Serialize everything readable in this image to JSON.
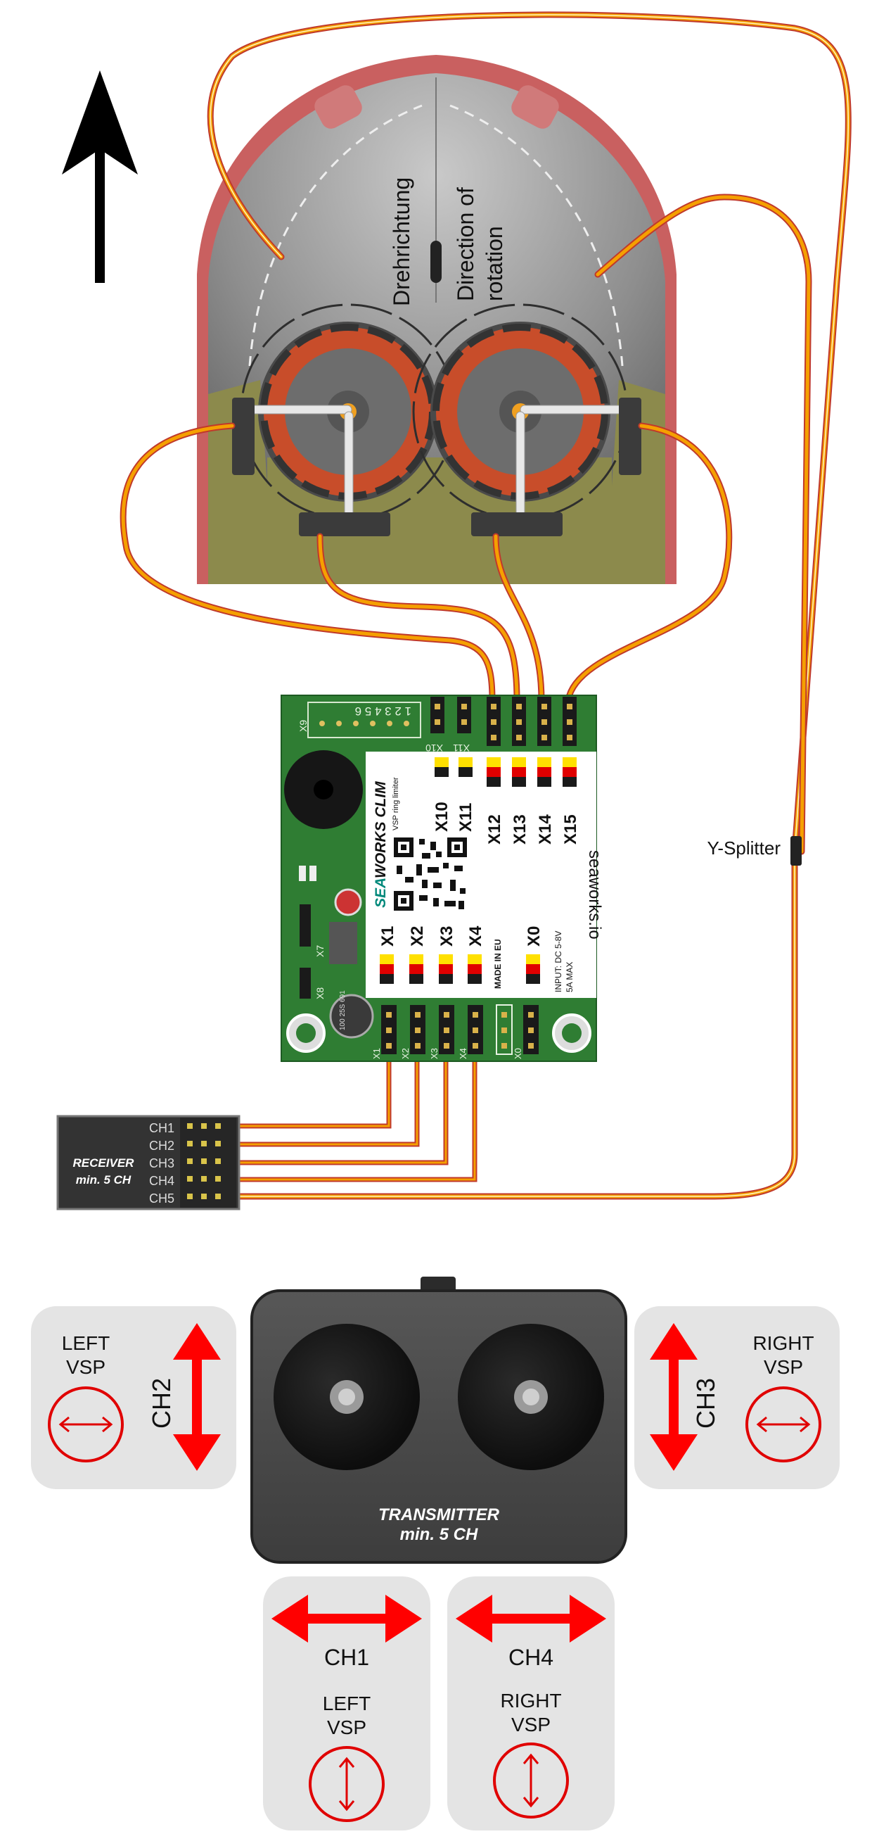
{
  "hull": {
    "direction_de": "Drehrichtung",
    "direction_en_line1": "Direction of",
    "direction_en_line2": "rotation"
  },
  "board": {
    "brand_sea": "SEA",
    "brand_works": "WORKS CLIM",
    "subtitle": "VSP ring limiter",
    "website": "seaworks.io",
    "made_in": "MADE IN EU",
    "input": "INPUT: DC 5-8V",
    "max": "5A MAX",
    "x9_label": "X9",
    "x9_pins": "1 2 3 4 5 6",
    "x10_small": "X10",
    "x11_small": "X11",
    "x7": "X7",
    "x8": "X8",
    "cap_label": "100 25S 691",
    "top_ports": [
      "X10",
      "X11",
      "X12",
      "X13",
      "X14",
      "X15"
    ],
    "bottom_ports": [
      "X1",
      "X2",
      "X3",
      "X4",
      "X0"
    ],
    "bottom_small": [
      "X1",
      "X2",
      "X3",
      "X4",
      "X0"
    ]
  },
  "y_splitter": "Y-Splitter",
  "receiver": {
    "line1": "RECEIVER",
    "line2": "min. 5 CH",
    "channels": [
      "CH1",
      "CH2",
      "CH3",
      "CH4",
      "CH5"
    ]
  },
  "transmitter": {
    "line1": "TRANSMITTER",
    "line2": "min. 5 CH"
  },
  "controls": {
    "left_vsp": {
      "line1": "LEFT",
      "line2": "VSP",
      "channel": "CH2"
    },
    "right_vsp": {
      "line1": "RIGHT",
      "line2": "VSP",
      "channel": "CH3"
    },
    "ch1": {
      "channel": "CH1",
      "line1": "LEFT",
      "line2": "VSP"
    },
    "ch4": {
      "channel": "CH4",
      "line1": "RIGHT",
      "line2": "VSP"
    }
  },
  "colors": {
    "accent_red": "#ff0000",
    "board_green": "#2e7d32",
    "hull_red": "#c96060",
    "deck_olive": "#8a8a4a",
    "cable_orange": "#f5a000"
  }
}
